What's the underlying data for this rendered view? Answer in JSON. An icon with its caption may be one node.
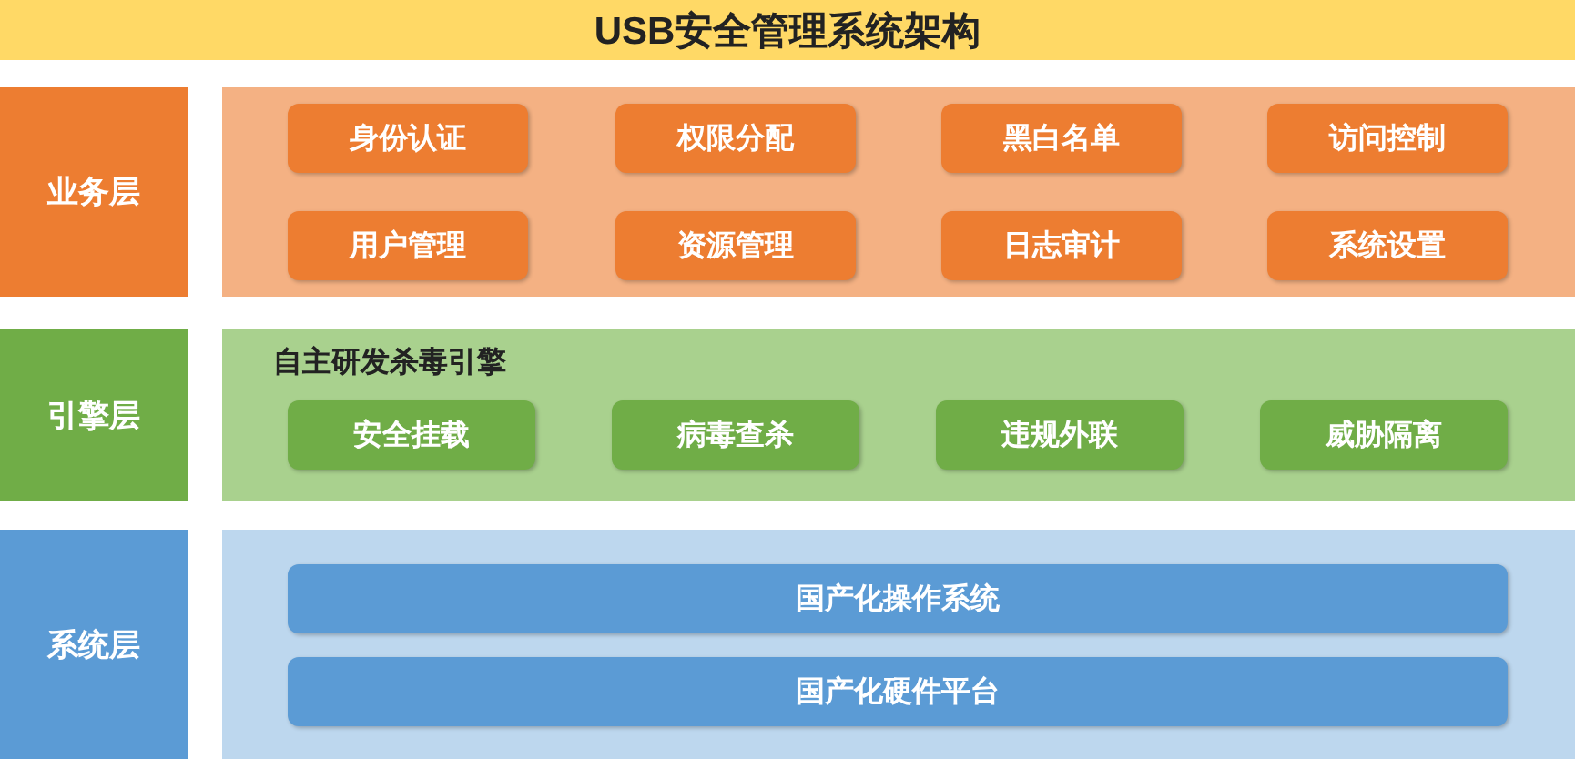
{
  "diagram": {
    "title": "USB安全管理系统架构",
    "nodes": [
      {
        "text": [
          "业务层"
        ]
      },
      {
        "text": [],
        "shape": "box"
      },
      {
        "text": [
          "身份认证"
        ],
        "in": 1
      },
      {
        "text": [
          "权限分配"
        ],
        "in": 1
      },
      {
        "text": [
          "黑白名单"
        ],
        "in": 1
      },
      {
        "text": [
          "访问控制"
        ],
        "in": 1
      },
      {
        "text": [
          "用户管理"
        ],
        "in": 1
      },
      {
        "text": [
          "资源管理"
        ],
        "in": 1
      },
      {
        "text": [
          "日志审计"
        ],
        "in": 1
      },
      {
        "text": [
          "系统设置"
        ],
        "in": 1
      },
      {
        "text": [
          "引擎层"
        ]
      },
      {
        "text": [
          "自主研发杀毒引擎"
        ]
      },
      {
        "text": [
          "安全挂载"
        ],
        "in": 11
      },
      {
        "text": [
          "病毒查杀"
        ],
        "in": 11
      },
      {
        "text": [
          "违规外联"
        ],
        "in": 11
      },
      {
        "text": [
          "威胁隔离"
        ],
        "in": 11
      },
      {
        "text": [
          "系统层"
        ]
      },
      {
        "text": [],
        "shape": "box"
      },
      {
        "text": [
          "国产化操作系统"
        ],
        "in": 17
      },
      {
        "text": [
          "国产化硬件平台"
        ],
        "in": 17
      }
    ]
  }
}
